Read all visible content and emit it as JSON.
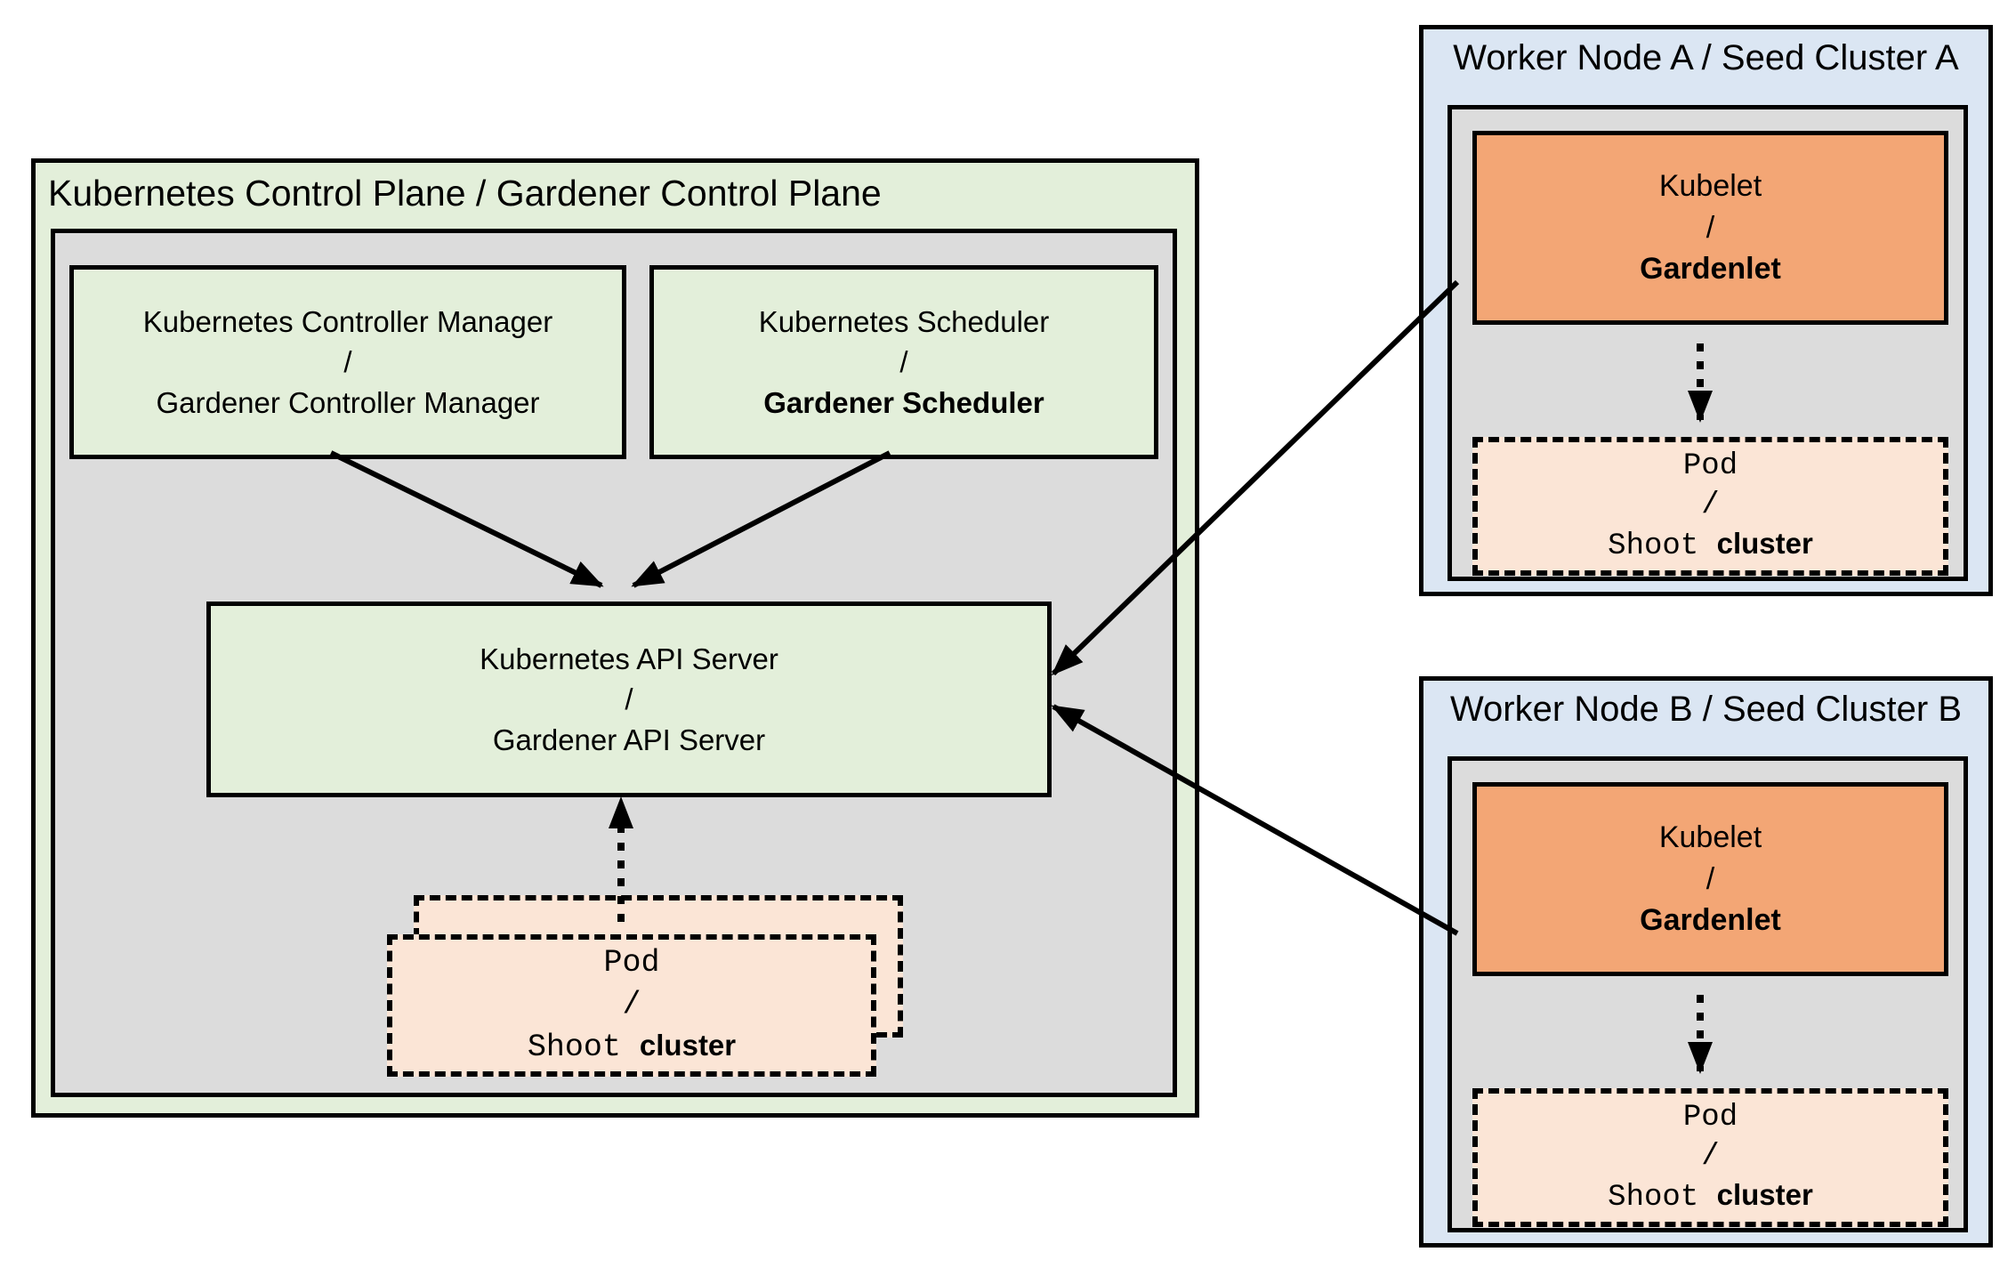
{
  "control_plane": {
    "title": "Kubernetes Control Plane / Gardener Control Plane",
    "controller_manager": {
      "line1": "Kubernetes Controller Manager",
      "slash": "/",
      "line2": "Gardener Controller Manager"
    },
    "scheduler": {
      "line1": "Kubernetes Scheduler",
      "slash": "/",
      "line2": "Gardener Scheduler"
    },
    "api_server": {
      "line1": "Kubernetes API Server",
      "slash": "/",
      "line2": "Gardener API Server"
    },
    "pod_stack": {
      "line1": "Pod",
      "slash": "/",
      "shoot": "Shoot",
      "cluster": "cluster"
    }
  },
  "worker_node_a": {
    "title": "Worker Node A / Seed Cluster A",
    "kubelet": {
      "line1": "Kubelet",
      "slash": "/",
      "line2": "Gardenlet"
    },
    "pod": {
      "line1": "Pod",
      "slash": "/",
      "shoot": "Shoot",
      "cluster": "cluster"
    }
  },
  "worker_node_b": {
    "title": "Worker Node B / Seed Cluster B",
    "kubelet": {
      "line1": "Kubelet",
      "slash": "/",
      "line2": "Gardenlet"
    },
    "pod": {
      "line1": "Pod",
      "slash": "/",
      "shoot": "Shoot",
      "cluster": "cluster"
    }
  },
  "colors": {
    "container_green": "#e3efda",
    "inner_gray": "#dcdcdc",
    "worker_blue": "#dbe6f3",
    "kubelet_orange": "#f3a675",
    "pod_peach": "#fbe5d6",
    "border_black": "#000000"
  }
}
